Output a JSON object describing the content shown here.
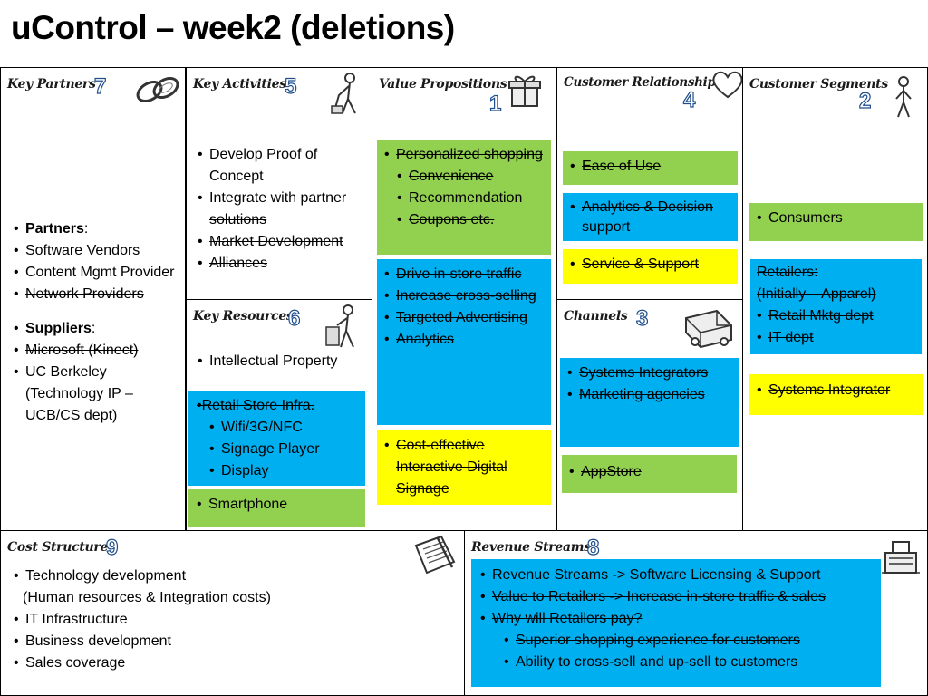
{
  "title": "uControl – week2 (deletions)",
  "key_partners": {
    "heading": "Key Partners",
    "number": "7",
    "items": [
      {
        "bold": "Partners",
        "text": ":"
      },
      {
        "text": "Software Vendors"
      },
      {
        "text": "Content Mgmt Provider"
      },
      {
        "text": "Network Providers",
        "deleted": true
      },
      {
        "bold": "Suppliers",
        "text": ":"
      },
      {
        "text": "Microsoft (Kinect)",
        "deleted": true
      },
      {
        "text": "UC Berkeley (Technology IP – UCB/CS dept)"
      }
    ]
  },
  "key_activities": {
    "heading": "Key Activities",
    "number": "5",
    "items": [
      {
        "text": "Develop Proof of Concept"
      },
      {
        "text": "Integrate with partner solutions",
        "deleted": true
      },
      {
        "text": "Market Development",
        "deleted": true
      },
      {
        "text": "Alliances",
        "deleted": true
      }
    ]
  },
  "key_resources": {
    "heading": "Key Resources",
    "number": "6",
    "item": "Intellectual Property",
    "blue_box": {
      "title": "Retail Store Infra.",
      "items": [
        "Wifi/3G/NFC",
        "Signage Player",
        "Display"
      ]
    },
    "green_box": "Smartphone"
  },
  "value_propositions": {
    "heading": "Value Propositions",
    "number": "1",
    "green_box": {
      "main": "Personalized shopping",
      "subs": [
        "Convenience",
        "Recommendation",
        "Coupons etc."
      ]
    },
    "blue_box": [
      "Drive in-store traffic",
      "Increase cross-selling",
      "Targeted Advertising",
      "Analytics"
    ],
    "yellow_box": "Cost-effective Interactive Digital Signage"
  },
  "customer_relationships": {
    "heading": "Customer Relationships",
    "number": "4",
    "green_box": "Ease of Use",
    "blue_box": "Analytics & Decision support",
    "yellow_box": "Service & Support"
  },
  "channels": {
    "heading": "Channels",
    "number": "3",
    "blue_box": [
      "Systems Integrators",
      "Marketing agencies"
    ],
    "green_box": "AppStore"
  },
  "customer_segments": {
    "heading": "Customer Segments",
    "number": "2",
    "green_box": "Consumers",
    "blue_box": {
      "title": "Retailers:",
      "subtitle": "(Initially – Apparel)",
      "items": [
        "Retail Mktg dept",
        " IT dept"
      ]
    },
    "yellow_box": "Systems Integrator"
  },
  "cost_structure": {
    "heading": "Cost Structure",
    "number": "9",
    "items": [
      {
        "text": "Technology development"
      },
      {
        "text": "(Human resources & Integration costs)",
        "nobullet": true
      },
      {
        "text": "IT Infrastructure"
      },
      {
        "text": "Business development"
      },
      {
        "text": "Sales coverage"
      }
    ]
  },
  "revenue_streams": {
    "heading": "Revenue Streams",
    "number": "8",
    "items": [
      {
        "text": "Revenue Streams -> Software Licensing & Support"
      },
      {
        "text": "Value to Retailers -> Increase in-store traffic & sales",
        "deleted": true
      },
      {
        "text": "Why will Retailers pay?",
        "deleted": true
      },
      {
        "text": "Superior shopping experience for customers",
        "deleted": true,
        "level": 2
      },
      {
        "text": "Ability to cross-sell and up-sell to customers",
        "deleted": true,
        "level": 2
      }
    ]
  },
  "colors": {
    "blue": "#00aff0",
    "green": "#92d050",
    "yellow": "#ffff00",
    "number_outline": "#1f4e8c"
  },
  "icons": [
    "chain-links-icon",
    "worker-icon",
    "gift-box-icon",
    "heart-icon",
    "person-icon",
    "delivery-truck-icon",
    "notepad-icon",
    "cash-register-icon"
  ]
}
